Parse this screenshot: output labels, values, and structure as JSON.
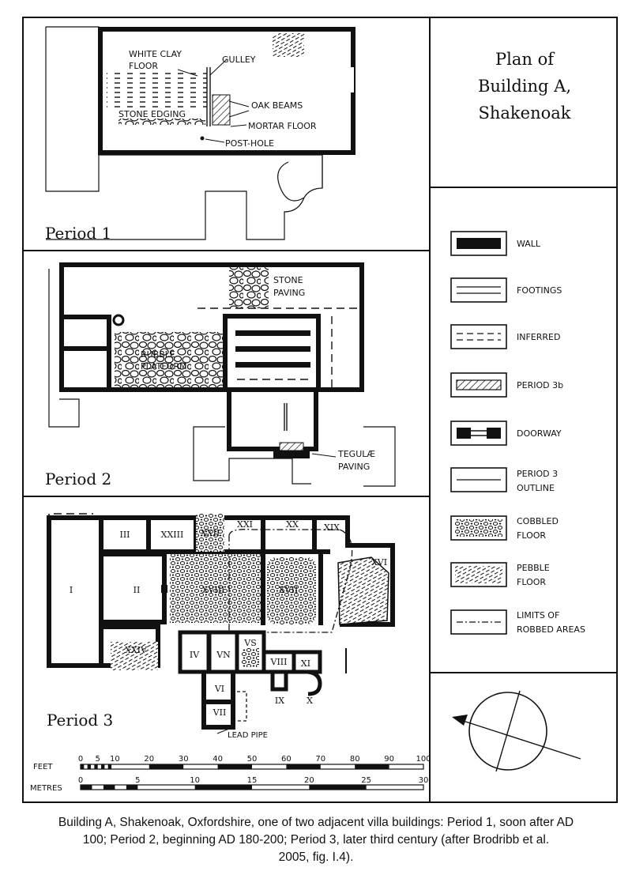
{
  "title": {
    "line1": "Plan of",
    "line2": "Building A,",
    "line3": "Shakenoak"
  },
  "panels": {
    "p1": "Period 1",
    "p2": "Period 2",
    "p3": "Period 3"
  },
  "labels_p1": {
    "white_clay": "WHITE CLAY",
    "floor": "FLOOR",
    "gulley": "GULLEY",
    "oak_beams": "OAK BEAMS",
    "stone_edging": "STONE EDGING",
    "mortar_floor": "MORTAR FLOOR",
    "post_hole": "POST-HOLE"
  },
  "labels_p2": {
    "stone": "STONE",
    "paving": "PAVING",
    "rubble": "RUBBLE",
    "platform": "PLATFORM",
    "tegulae": "TEGULÆ",
    "tegulae_paving": "PAVING"
  },
  "rooms": {
    "I": "I",
    "II": "II",
    "III": "III",
    "XXIII": "XXIII",
    "XXII": "XXII",
    "XXI": "XXI",
    "XX": "XX",
    "XIX": "XIX",
    "XVI": "XVI",
    "XVIII": "XVIII",
    "XVII": "XVII",
    "XXIV": "XXIV",
    "IV": "IV",
    "VN": "VN",
    "VS": "VS",
    "VIII": "VIII",
    "XI": "XI",
    "IX": "IX",
    "X": "X",
    "VI": "VI",
    "VII": "VII"
  },
  "lead_pipe": "LEAD PIPE",
  "legend": [
    {
      "key": "wall",
      "lines": [
        "WALL"
      ]
    },
    {
      "key": "footings",
      "lines": [
        "FOOTINGS"
      ]
    },
    {
      "key": "inferred",
      "lines": [
        "INFERRED"
      ]
    },
    {
      "key": "period3b",
      "lines": [
        "PERIOD 3b"
      ]
    },
    {
      "key": "doorway",
      "lines": [
        "DOORWAY"
      ]
    },
    {
      "key": "p3outline",
      "lines": [
        "PERIOD 3",
        "OUTLINE"
      ]
    },
    {
      "key": "cobbled",
      "lines": [
        "COBBLED",
        "FLOOR"
      ]
    },
    {
      "key": "pebble",
      "lines": [
        "PEBBLE",
        "FLOOR"
      ]
    },
    {
      "key": "robbed",
      "lines": [
        "LIMITS OF",
        "ROBBED AREAS"
      ]
    }
  ],
  "scale": {
    "feet_label": "FEET",
    "metres_label": "METRES",
    "feet_ticks": [
      "0",
      "5",
      "10",
      "20",
      "30",
      "40",
      "50",
      "60",
      "70",
      "80",
      "90",
      "100"
    ],
    "metres_ticks": [
      "0",
      "5",
      "10",
      "15",
      "20",
      "25",
      "30"
    ]
  },
  "caption": {
    "line1": "Building A, Shakenoak, Oxfordshire, one of two adjacent villa buildings: Period 1, soon after AD",
    "line2": "100; Period 2, beginning AD 180-200; Period 3, later third century (after Brodribb et al.",
    "line3": "2005, fig. I.4)."
  }
}
